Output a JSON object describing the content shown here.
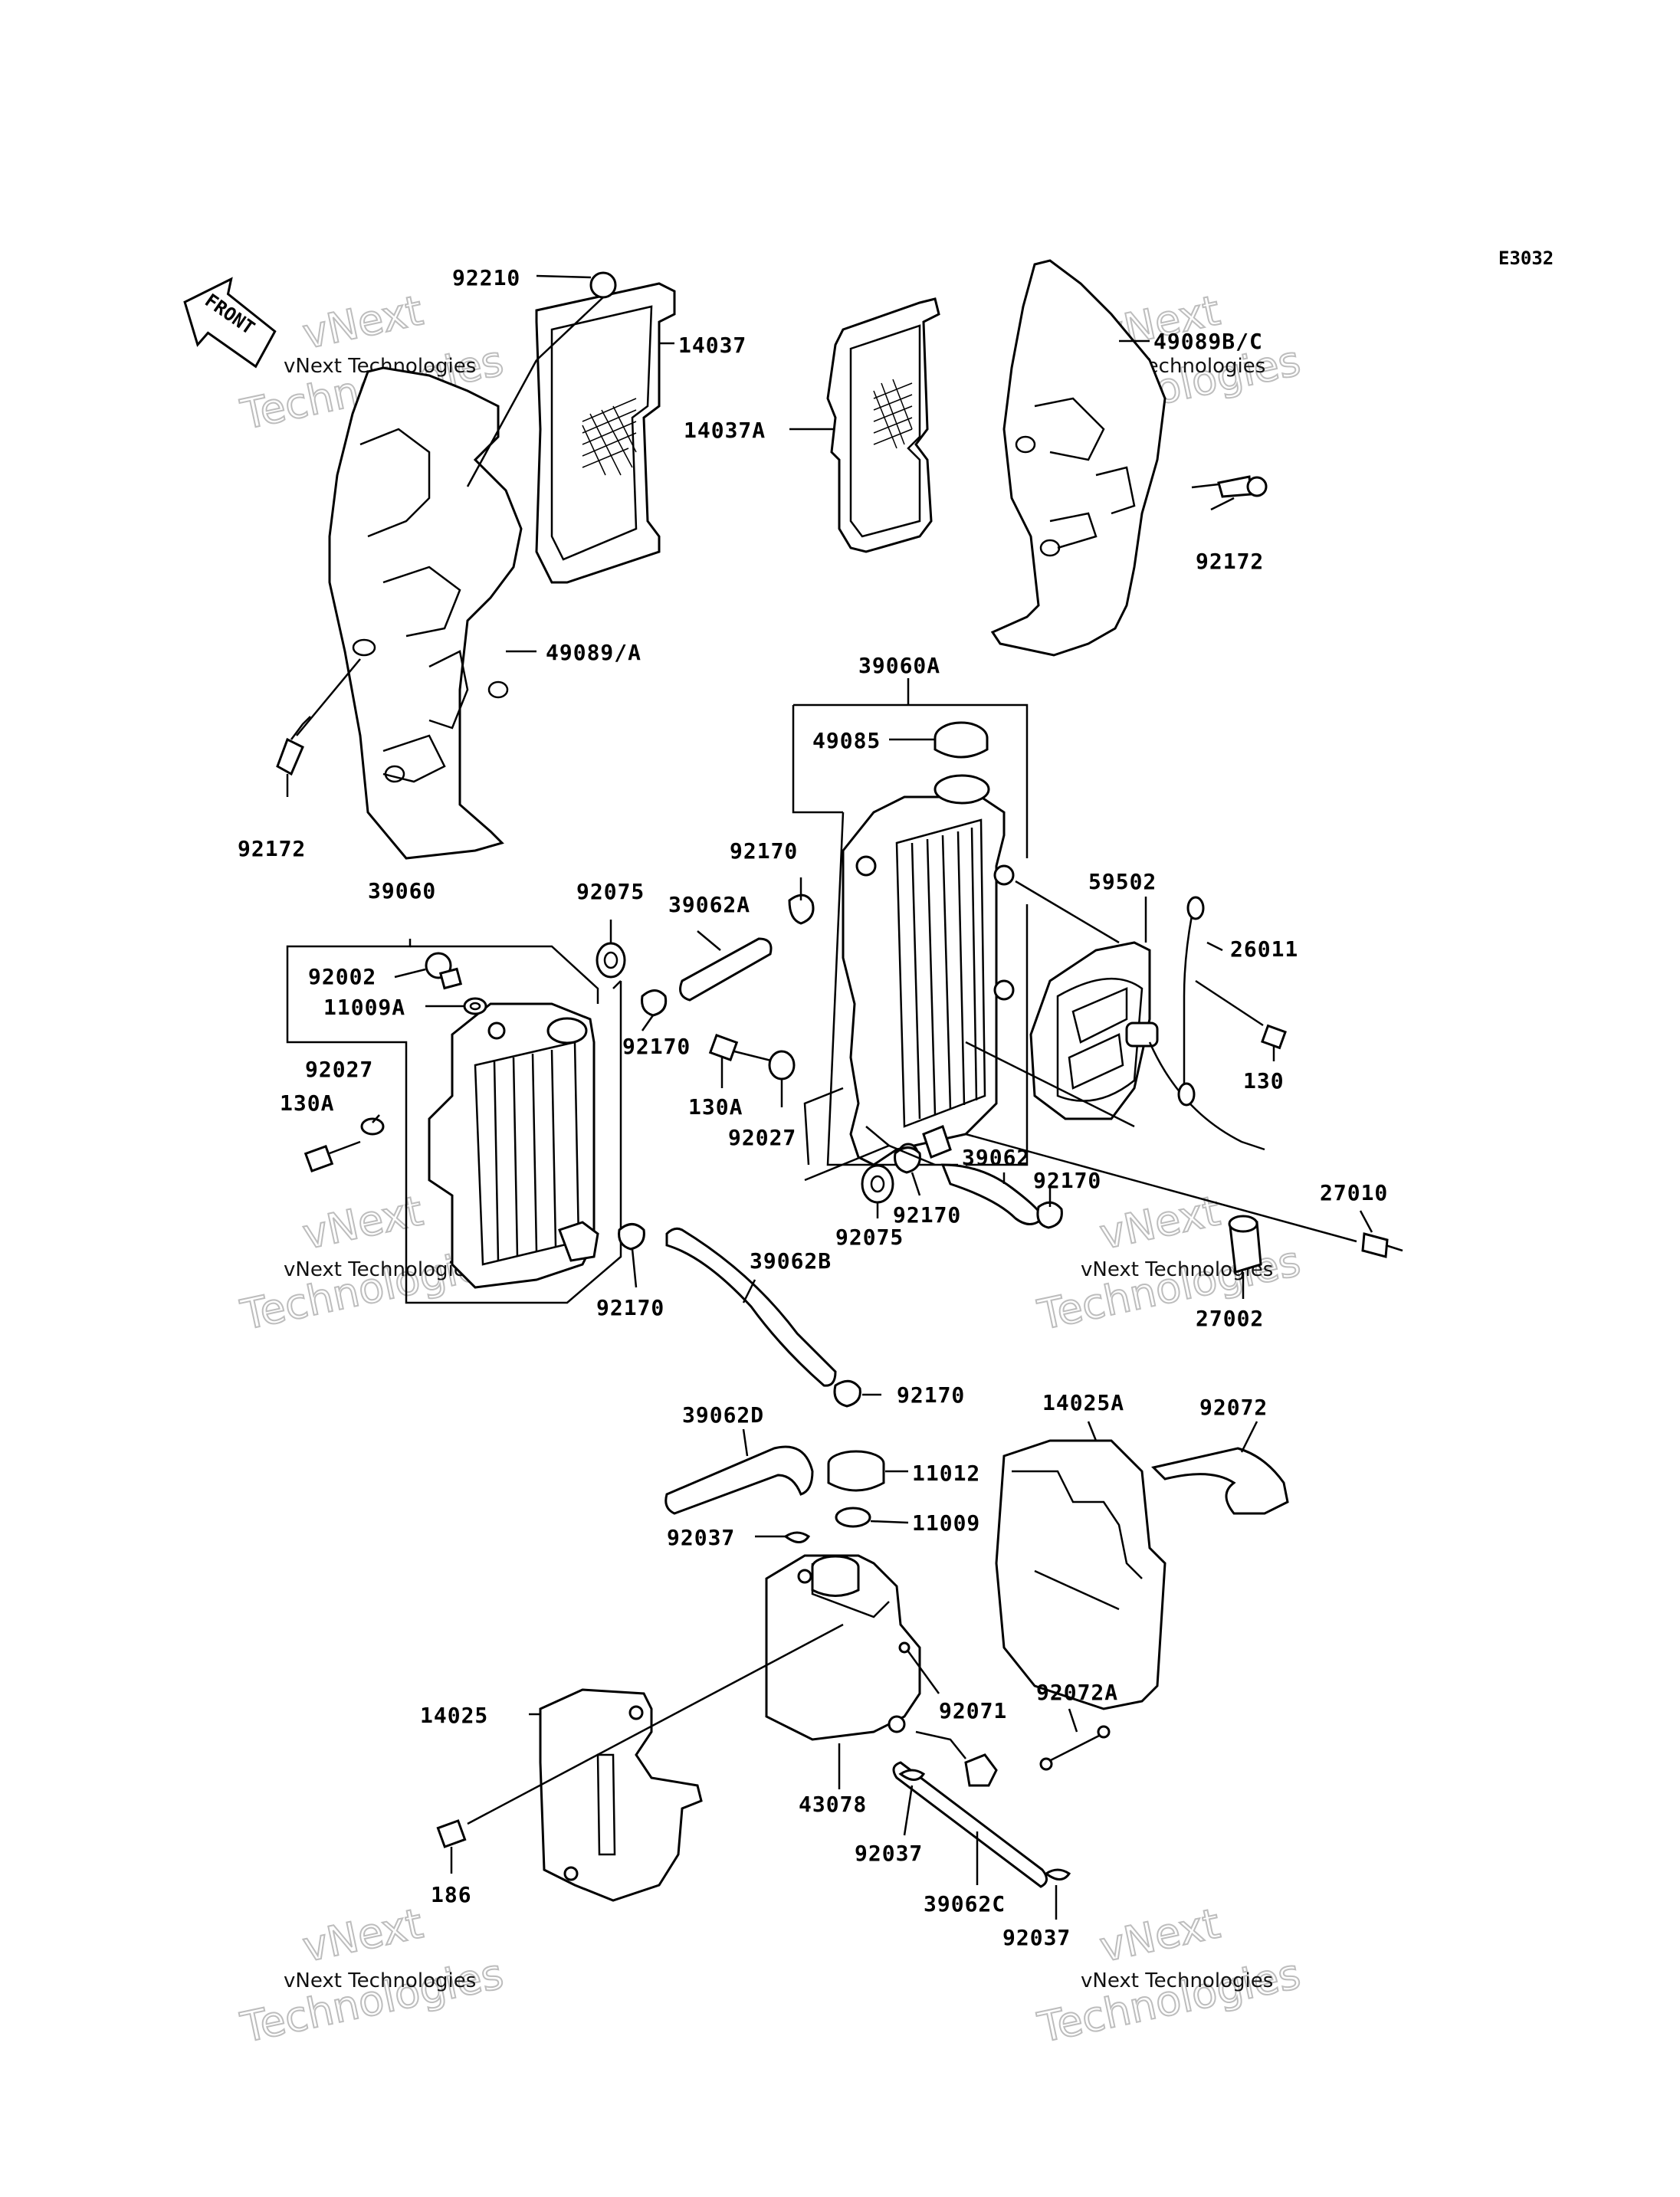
{
  "diagram_code": "E3032",
  "front_label": "FRONT",
  "watermark": {
    "brand": "vNext Technologies",
    "big_1": "vNext",
    "big_2": "Technologies"
  },
  "parts": [
    {
      "id": "p92210",
      "label": "92210"
    },
    {
      "id": "p14037",
      "label": "14037"
    },
    {
      "id": "p14037A",
      "label": "14037A"
    },
    {
      "id": "p49089BC",
      "label": "49089B/C"
    },
    {
      "id": "p92172a",
      "label": "92172"
    },
    {
      "id": "p49089A",
      "label": "49089/A"
    },
    {
      "id": "p92172b",
      "label": "92172"
    },
    {
      "id": "p39060A",
      "label": "39060A"
    },
    {
      "id": "p49085",
      "label": "49085"
    },
    {
      "id": "p92170a",
      "label": "92170"
    },
    {
      "id": "p39062A",
      "label": "39062A"
    },
    {
      "id": "p92075a",
      "label": "92075"
    },
    {
      "id": "p39060",
      "label": "39060"
    },
    {
      "id": "p92002",
      "label": "92002"
    },
    {
      "id": "p11009A",
      "label": "11009A"
    },
    {
      "id": "p59502",
      "label": "59502"
    },
    {
      "id": "p26011",
      "label": "26011"
    },
    {
      "id": "p130",
      "label": "130"
    },
    {
      "id": "p92027a",
      "label": "92027"
    },
    {
      "id": "p130Aa",
      "label": "130A"
    },
    {
      "id": "p92170b",
      "label": "92170"
    },
    {
      "id": "p130Ab",
      "label": "130A"
    },
    {
      "id": "p92027b",
      "label": "92027"
    },
    {
      "id": "p39062",
      "label": "39062"
    },
    {
      "id": "p92170c",
      "label": "92170"
    },
    {
      "id": "p92170d",
      "label": "92170"
    },
    {
      "id": "p92075b",
      "label": "92075"
    },
    {
      "id": "p27010",
      "label": "27010"
    },
    {
      "id": "p39062B",
      "label": "39062B"
    },
    {
      "id": "p92170e",
      "label": "92170"
    },
    {
      "id": "p27002",
      "label": "27002"
    },
    {
      "id": "p92170f",
      "label": "92170"
    },
    {
      "id": "p39062D",
      "label": "39062D"
    },
    {
      "id": "p14025A",
      "label": "14025A"
    },
    {
      "id": "p92072",
      "label": "92072"
    },
    {
      "id": "p11012",
      "label": "11012"
    },
    {
      "id": "p11009",
      "label": "11009"
    },
    {
      "id": "p92037a",
      "label": "92037"
    },
    {
      "id": "p14025",
      "label": "14025"
    },
    {
      "id": "p92071",
      "label": "92071"
    },
    {
      "id": "p92072A",
      "label": "92072A"
    },
    {
      "id": "p43078",
      "label": "43078"
    },
    {
      "id": "p186",
      "label": "186"
    },
    {
      "id": "p92037b",
      "label": "92037"
    },
    {
      "id": "p39062C",
      "label": "39062C"
    },
    {
      "id": "p92037c",
      "label": "92037"
    }
  ]
}
